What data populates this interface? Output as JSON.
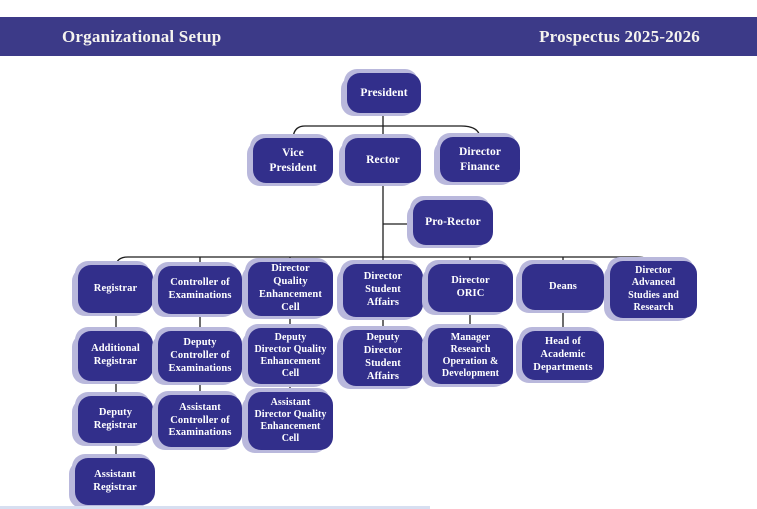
{
  "header": {
    "title": "Organizational Setup",
    "edition": "Prospectus 2025-2026"
  },
  "colors": {
    "header_bar": "#3c3a88",
    "node_fill": "#322f8b",
    "node_shadow": "#b9b8dc",
    "node_text": "#ffffff",
    "connector": "#1e1e1e"
  },
  "org": {
    "top": {
      "president": "President"
    },
    "executive": {
      "vice_president": "Vice\nPresident",
      "rector": "Rector",
      "director_finance": "Director\nFinance",
      "pro_rector": "Pro-Rector"
    },
    "heads": {
      "registrar": "Registrar",
      "controller_examinations": "Controller of\nExaminations",
      "director_qec": "Director\nQuality\nEnhancement\nCell",
      "director_student_affairs": "Director\nStudent\nAffairs",
      "director_oric": "Director\nORIC",
      "deans": "Deans",
      "director_advanced_studies": "Director\nAdvanced\nStudies and\nResearch"
    },
    "deputies": {
      "additional_registrar": "Additional\nRegistrar",
      "deputy_controller_examinations": "Deputy\nController of\nExaminations",
      "deputy_director_qec": "Deputy\nDirector Quality\nEnhancement\nCell",
      "deputy_director_student_affairs": "Deputy\nDirector\nStudent\nAffairs",
      "manager_research": "Manager\nResearch\nOperation &\nDevelopment",
      "head_academic_departments": "Head of\nAcademic\nDepartments"
    },
    "assistants": {
      "deputy_registrar": "Deputy\nRegistrar",
      "assistant_controller_examinations": "Assistant\nController of\nExaminations",
      "assistant_director_qec": "Assistant\nDirector Quality\nEnhancement\nCell",
      "assistant_registrar": "Assistant\nRegistrar"
    }
  }
}
